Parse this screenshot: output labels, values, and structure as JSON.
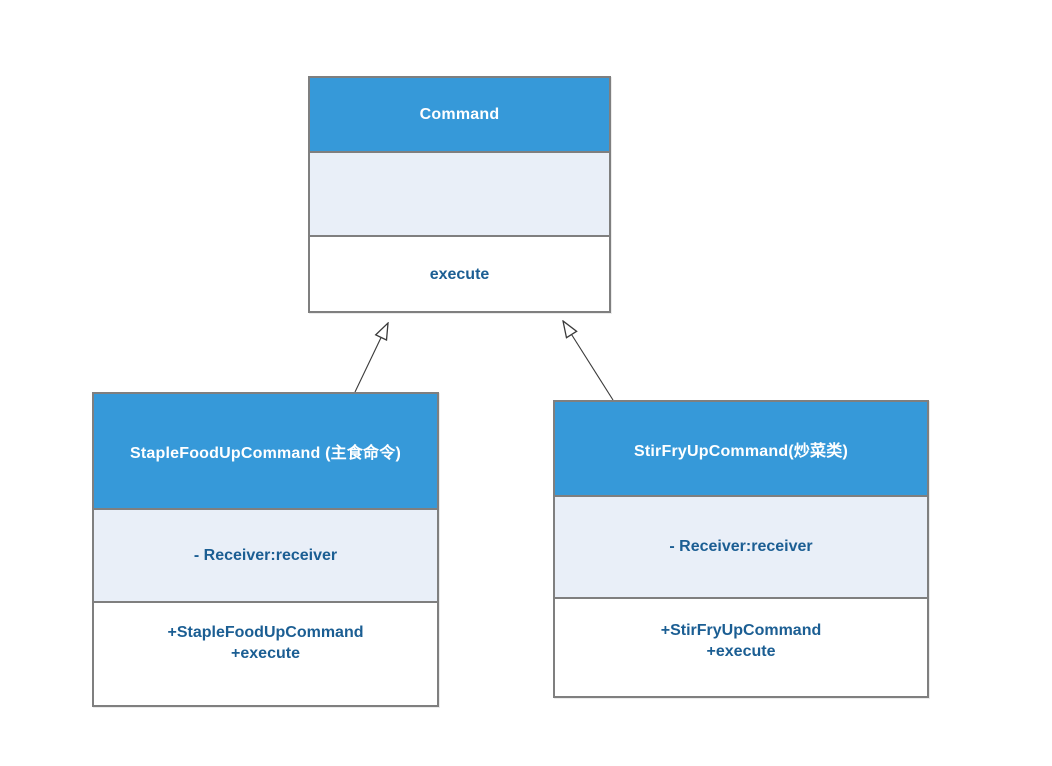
{
  "diagram": {
    "type": "uml-class-diagram",
    "classes": [
      {
        "name": "Command",
        "attributes": [],
        "methods": [
          "execute"
        ]
      },
      {
        "name": "StapleFoodUpCommand (主食命令)",
        "attributes": [
          "- Receiver:receiver"
        ],
        "methods": [
          "+StapleFoodUpCommand",
          "+execute"
        ]
      },
      {
        "name": "StirFryUpCommand(炒菜类)",
        "attributes": [
          "- Receiver:receiver"
        ],
        "methods": [
          "+StirFryUpCommand",
          "+execute"
        ]
      }
    ],
    "relations": [
      {
        "type": "inheritance",
        "from": "StapleFoodUpCommand (主食命令)",
        "to": "Command"
      },
      {
        "type": "inheritance",
        "from": "StirFryUpCommand(炒菜类)",
        "to": "Command"
      }
    ],
    "colors": {
      "class_header_fill": "#3699D9",
      "attribute_section_fill": "#E9EFF8",
      "method_section_fill": "#FFFFFF",
      "box_border": "#7F7F7F",
      "title_text": "#FFFFFF",
      "member_text": "#1B5E93",
      "connector_line": "#3A3A3A",
      "background": "#FFFFFF"
    }
  }
}
